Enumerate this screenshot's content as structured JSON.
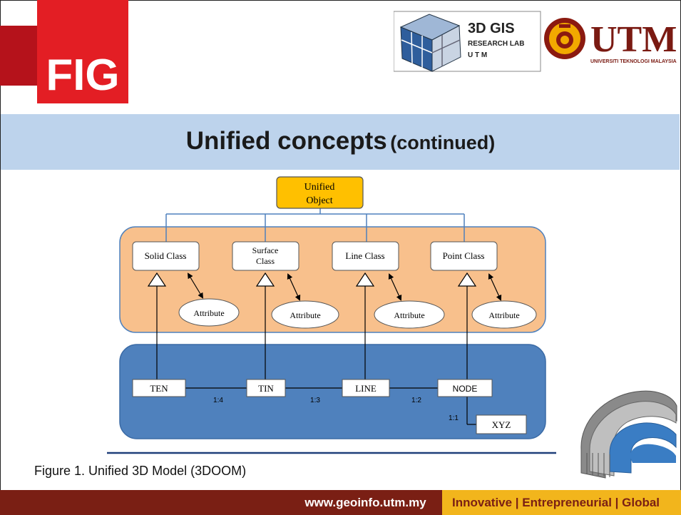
{
  "slide": {
    "title_main": "Unified concepts",
    "title_sub": "(continued)",
    "caption": "Figure 1. Unified 3D Model (3DOOM)"
  },
  "logos": {
    "fig": "FIG",
    "gis_line1": "3D GIS",
    "gis_line2": "RESEARCH LAB",
    "gis_line3": "U T M",
    "utm_name": "UTM",
    "utm_sub": "UNIVERSITI TEKNOLOGI MALAYSIA"
  },
  "diagram": {
    "root_line1": "Unified",
    "root_line2": "Object",
    "classes": [
      {
        "line1": "Solid Class",
        "line2": ""
      },
      {
        "line1": "Surface",
        "line2": "Class"
      },
      {
        "line1": "Line Class",
        "line2": ""
      },
      {
        "line1": "Point Class",
        "line2": ""
      }
    ],
    "attribute_label": "Attribute",
    "primitives": [
      "TEN",
      "TIN",
      "LINE",
      "NODE"
    ],
    "xyz": "XYZ",
    "ratios": [
      "1:4",
      "1:3",
      "1:2",
      "1:1"
    ],
    "colors": {
      "root_fill": "#ffc000",
      "class_panel": "#f8c08c",
      "primitive_panel": "#4f81bd",
      "connector": "#4f81bd"
    }
  },
  "footer": {
    "url": "www.geoinfo.utm.my",
    "tagline": "Innovative | Entrepreneurial | Global"
  }
}
